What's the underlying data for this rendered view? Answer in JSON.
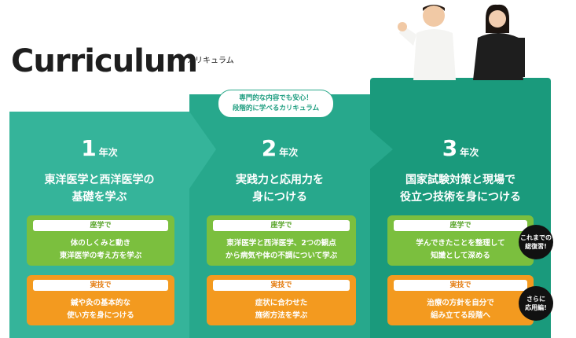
{
  "header": {
    "title": "Curriculum",
    "subtitle": "カリキュラム"
  },
  "bubble": {
    "line1": "専門的な内容でも安心！",
    "line2": "段階的に学べるカリキュラム"
  },
  "stages": [
    {
      "number": "1",
      "unit": "年次",
      "heading_line1": "東洋医学と西洋医学の",
      "heading_line2": "基礎を学ぶ",
      "green_tag": "座学で",
      "green_line1": "体のしくみと動き",
      "green_line2": "東洋医学の考え方を学ぶ",
      "orange_tag": "実技で",
      "orange_line1": "鍼や灸の基本的な",
      "orange_line2": "使い方を身につける"
    },
    {
      "number": "2",
      "unit": "年次",
      "heading_line1": "実践力と応用力を",
      "heading_line2": "身につける",
      "green_tag": "座学で",
      "green_line1": "東洋医学と西洋医学、2つの観点",
      "green_line2": "から病気や体の不調について学ぶ",
      "orange_tag": "実技で",
      "orange_line1": "症状に合わせた",
      "orange_line2": "施術方法を学ぶ"
    },
    {
      "number": "3",
      "unit": "年次",
      "heading_line1": "国家試験対策と現場で",
      "heading_line2": "役立つ技術を身につける",
      "green_tag": "座学で",
      "green_line1": "学んできたことを整理して",
      "green_line2": "知識として深める",
      "orange_tag": "実技で",
      "orange_line1": "治療の方針を自分で",
      "orange_line2": "組み立てる段階へ"
    }
  ],
  "badges": [
    {
      "line1": "これまでの",
      "line2": "総復習!"
    },
    {
      "line1": "さらに",
      "line2": "応用編!"
    }
  ],
  "colors": {
    "stage1": "#35b49a",
    "stage2": "#27a88c",
    "stage3": "#1a9a7c",
    "green_panel": "#7bbf3e",
    "orange_panel": "#f39a1f"
  }
}
